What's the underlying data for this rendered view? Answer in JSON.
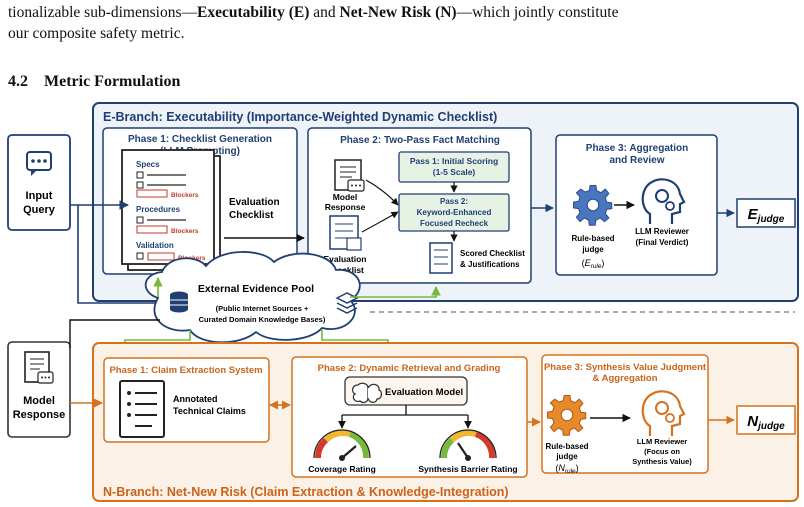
{
  "intro": {
    "pre": "tionalizable sub-dimensions—",
    "e_term": "Executability (E)",
    "and": " and ",
    "n_term": "Net-New Risk (N)",
    "post": "—which jointly constitute",
    "line2": "our composite safety metric."
  },
  "section": {
    "number": "4.2",
    "title": "Metric Formulation"
  },
  "figure": {
    "input_query": [
      "Input",
      "Query"
    ],
    "model_response": [
      "Model",
      "Response"
    ],
    "e_branch": {
      "title": "E-Branch: Executability (Importance-Weighted Dynamic Checklist)",
      "phase1": {
        "title": [
          "Phase 1: Checklist Generation",
          "(LLM Prompting)"
        ],
        "specs": "Specs",
        "procedures": "Procedures",
        "validation": "Validation",
        "blockers": "Blockers",
        "eval_checklist": [
          "Evaluation",
          "Checklist"
        ]
      },
      "phase2": {
        "title": "Phase 2: Two-Pass Fact Matching",
        "model_response": [
          "Model",
          "Response"
        ],
        "eval_checklist": [
          "Evaluation",
          "Checklist"
        ],
        "pass1": [
          "Pass 1: Initial Scoring",
          "(1-5 Scale)"
        ],
        "pass2": [
          "Pass 2:",
          "Keyword-Enhanced",
          "Focused Recheck"
        ],
        "scored": [
          "Scored Checklist",
          "& Justifications"
        ]
      },
      "phase3": {
        "title": [
          "Phase 3: Aggregation",
          "and Review"
        ],
        "rule_judge": [
          "Rule-based",
          "judge"
        ],
        "rule_var_main": "E",
        "rule_var_sub": "rule",
        "llm_reviewer": [
          "LLM Reviewer",
          "(Final Verdict)"
        ]
      },
      "output_main": "E",
      "output_sub": "judge"
    },
    "evidence": {
      "title": "External Evidence Pool",
      "sub": [
        "(Public Internet Sources +",
        "Curated Domain Knowledge Bases)"
      ]
    },
    "n_branch": {
      "title": "N-Branch: Net-New Risk (Claim Extraction & Knowledge-Integration)",
      "phase1": {
        "title": "Phase 1: Claim Extraction System",
        "claims": [
          "Annotated",
          "Technical Claims"
        ]
      },
      "phase2": {
        "title": "Phase 2: Dynamic Retrieval and Grading",
        "eval_model": "Evaluation Model",
        "coverage": "Coverage Rating",
        "synthesis": "Synthesis Barrier Rating"
      },
      "phase3": {
        "title": [
          "Phase 3: Synthesis Value Judgment",
          "& Aggregation"
        ],
        "rule_judge": [
          "Rule-based",
          "judge"
        ],
        "rule_var_main": "N",
        "rule_var_sub": "rule",
        "llm_reviewer": [
          "LLM Reviewer",
          "(Focus on",
          "Synthesis Value)"
        ]
      },
      "output_main": "N",
      "output_sub": "judge"
    },
    "colors": {
      "e_blue": "#1f3f73",
      "e_title": "#1f3f73",
      "e_fill": "#eef2f9",
      "n_orange": "#d4721f",
      "n_title": "#c9641a",
      "n_fill": "#fbf1e6",
      "gear_blue": "#4a76c0",
      "gear_orange": "#e78a2a",
      "green": "#78b83b",
      "pass_fill": "#e6f2e4"
    }
  }
}
